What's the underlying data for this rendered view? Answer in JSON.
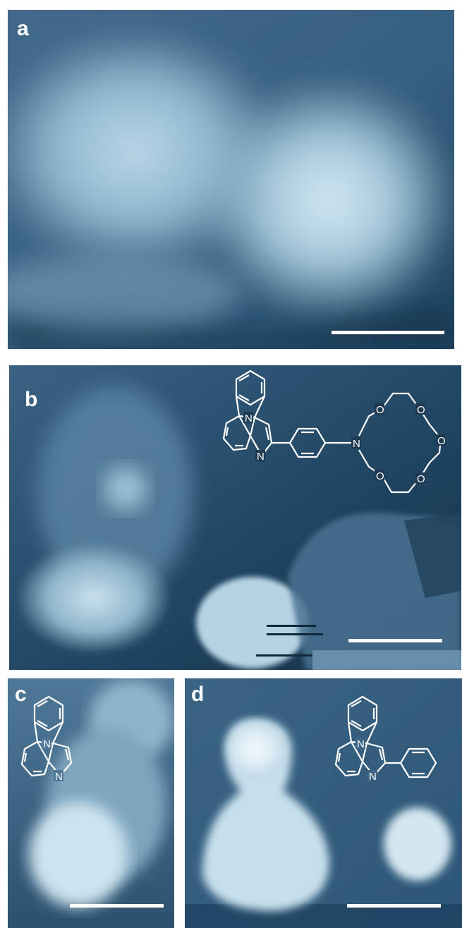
{
  "panels": {
    "a": {
      "label": "a",
      "scale_bar": true
    },
    "b": {
      "label": "b",
      "scale_bar": true,
      "structure_atoms": [
        "N",
        "N",
        "N",
        "O",
        "O",
        "O",
        "O",
        "O"
      ]
    },
    "c": {
      "label": "c",
      "scale_bar": true,
      "structure_atoms": [
        "N",
        "N"
      ]
    },
    "d": {
      "label": "d",
      "scale_bar": true,
      "structure_atoms": [
        "N",
        "N"
      ]
    }
  },
  "colors": {
    "background_dark": "#1d3a52",
    "background_mid": "#3a6283",
    "bright_lobe": "#d8ecf6",
    "overlay_white": "#ffffff"
  }
}
